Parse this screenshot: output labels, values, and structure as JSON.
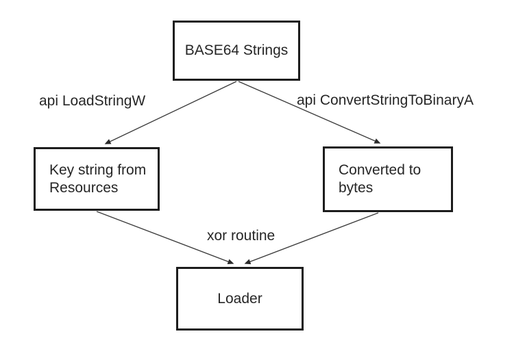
{
  "diagram": {
    "type": "flowchart",
    "nodes": [
      {
        "id": "base64-strings",
        "label": "BASE64 Strings"
      },
      {
        "id": "key-string-from-resources",
        "label": "Key string from Resources"
      },
      {
        "id": "converted-to-bytes",
        "label": "Converted to bytes"
      },
      {
        "id": "loader",
        "label": "Loader"
      }
    ],
    "edges": [
      {
        "from": "base64-strings",
        "to": "key-string-from-resources",
        "label": "api LoadStringW"
      },
      {
        "from": "base64-strings",
        "to": "converted-to-bytes",
        "label": "api ConvertStringToBinaryA"
      },
      {
        "from": "key-string-from-resources",
        "to": "loader",
        "label": "xor routine"
      },
      {
        "from": "converted-to-bytes",
        "to": "loader",
        "label": "xor routine"
      }
    ],
    "join_label": "xor routine",
    "colors": {
      "background": "#ffffff",
      "box_border": "#1c1c1c",
      "line": "#3d3d3d",
      "text": "#262626"
    }
  }
}
